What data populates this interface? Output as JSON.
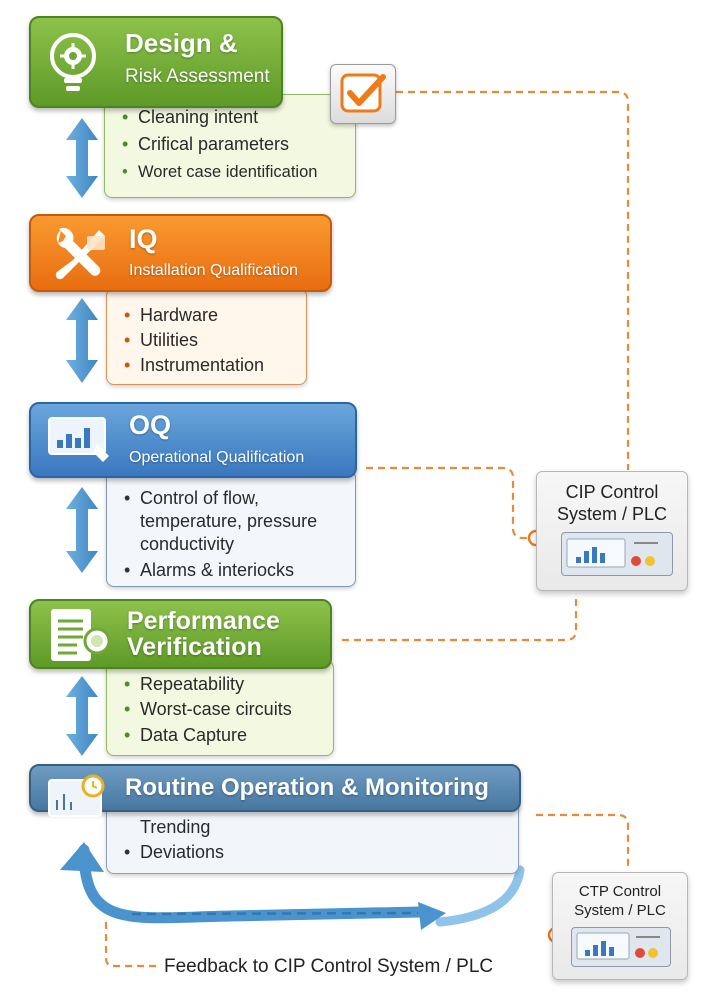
{
  "stages": [
    {
      "title": "Design &",
      "subtitle": "Risk Assessment",
      "icon": "lightbulb-gear-icon",
      "color": "#6fa836",
      "items": [
        "Cleaning intent",
        "Crifical parameters",
        "Woret case identification"
      ]
    },
    {
      "title": "IQ",
      "subtitle": "Installation Qualification",
      "icon": "wrench-screwdriver-icon",
      "color": "#f07f1c",
      "items": [
        "Hardware",
        "Utilities",
        "Instrumentation"
      ]
    },
    {
      "title": "OQ",
      "subtitle": "Operational Qualification",
      "icon": "bar-chart-monitor-icon",
      "color": "#4585c9",
      "items": [
        "Control of flow,",
        "temperature, pressure",
        "conductivity",
        "Alarms & interiocks"
      ]
    },
    {
      "title": "Performance",
      "subtitle": "Verification",
      "icon": "document-seal-icon",
      "color": "#6fa836",
      "items": [
        "Repeatability",
        "Worst-case circuits",
        "Data Capture"
      ]
    },
    {
      "title": "Routine Operation & Monitoring",
      "icon": "trend-clock-icon",
      "color": "#5687b2",
      "items": [
        "Trending",
        "Deviations"
      ]
    }
  ],
  "control_panels": [
    {
      "title_line1": "CIP Control",
      "title_line2": "System / PLC",
      "icon": "plc-panel-icon"
    },
    {
      "title_line1": "CTP Control",
      "title_line2": "System / PLC",
      "icon": "plc-panel-icon"
    }
  ],
  "feedback_label": "Feedback to CIP Control System / PLC",
  "colors": {
    "connector_dashed": "#e98a3a",
    "arrow_blue": "#5b9fd1",
    "check_orange": "#ef7a1a"
  }
}
